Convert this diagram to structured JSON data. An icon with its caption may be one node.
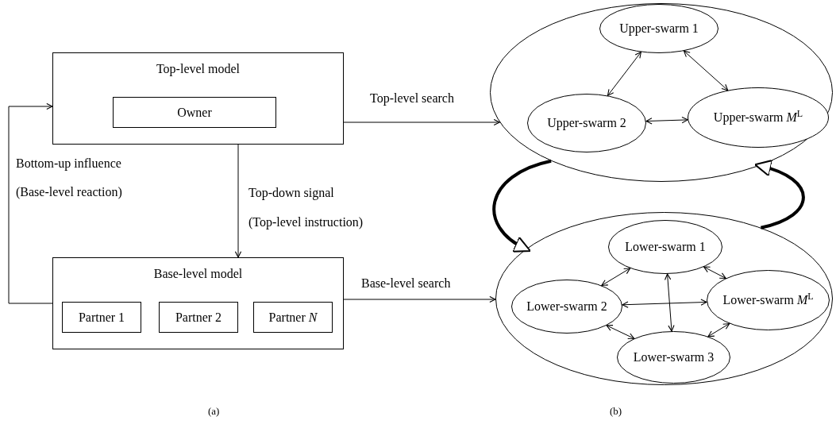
{
  "diagram": {
    "nodes": [
      {
        "text": [
          "Top-level model"
        ]
      },
      {
        "text": [
          "Owner"
        ],
        "in": 0
      },
      {
        "text": [
          "Base-level model"
        ]
      },
      {
        "text": [
          "Partner 1"
        ],
        "in": 2
      },
      {
        "text": [
          "Partner 2"
        ],
        "in": 2
      },
      {
        "text": [
          "Partner *N*"
        ],
        "in": 2
      },
      {
        "text": [],
        "shape": "ellipse"
      },
      {
        "text": [
          "Upper-swarm 1"
        ],
        "in": 6
      },
      {
        "text": [
          "Upper-swarm 2"
        ],
        "in": 6
      },
      {
        "text": [
          "Upper-swarm *M*$^{L}$"
        ],
        "in": 6
      },
      {
        "text": [],
        "shape": "ellipse"
      },
      {
        "text": [
          "Lower-swarm 1"
        ],
        "in": 10
      },
      {
        "text": [
          "Lower-swarm 2"
        ],
        "in": 10
      },
      {
        "text": [
          "Lower-swarm *M*$^{L}$"
        ],
        "in": 10
      },
      {
        "text": [
          "Lower-swarm 3"
        ],
        "in": 10
      }
    ],
    "edges": [
      {
        "from": 0,
        "to": 6,
        "arrow": "to",
        "label": "Top-level search"
      },
      {
        "from": 0,
        "to": 2,
        "arrow": "to",
        "label": "Top-down signal"
      },
      {
        "from": 2,
        "to": 0,
        "arrow": "to",
        "label": "Bottom-up influence"
      },
      {
        "from": 2,
        "to": 10,
        "arrow": "to",
        "label": "Base-level search"
      },
      {
        "from": 6,
        "to": 10,
        "arrow": "to",
        "style": "thick"
      },
      {
        "from": 10,
        "to": 6,
        "arrow": "to",
        "style": "thick"
      },
      {
        "from": 7,
        "to": 8,
        "arrow": "both"
      },
      {
        "from": 7,
        "to": 9,
        "arrow": "both"
      },
      {
        "from": 8,
        "to": 9,
        "arrow": "both"
      },
      {
        "from": 11,
        "to": 12,
        "arrow": "both"
      },
      {
        "from": 11,
        "to": 13,
        "arrow": "both"
      },
      {
        "from": 11,
        "to": 14,
        "arrow": "both"
      },
      {
        "from": 12,
        "to": 13,
        "arrow": "both"
      },
      {
        "from": 12,
        "to": 14,
        "arrow": "both"
      },
      {
        "from": 13,
        "to": 14,
        "arrow": "both"
      }
    ],
    "labels": [
      "(Base-level reaction)",
      "(Top-level instruction)",
      "(a)",
      "(b)"
    ]
  }
}
